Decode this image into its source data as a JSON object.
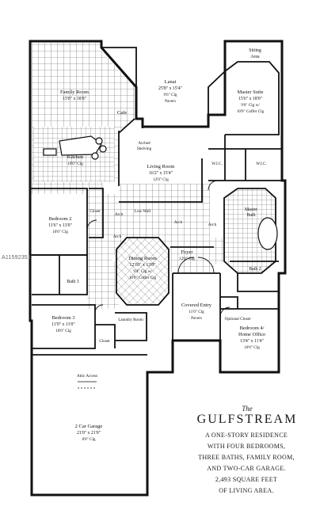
{
  "watermark": "A11592351",
  "brand": {
    "the": "The",
    "name": "GULFSTREAM",
    "description": [
      "A ONE-STORY RESIDENCE",
      "WITH FOUR BEDROOMS,",
      "THREE BATHS, FAMILY ROOM,",
      "AND TWO-CAR GARAGE.",
      "2,493 SQUARE FEET",
      "OF LIVING AREA."
    ]
  },
  "rooms": {
    "sitting": {
      "name": "Sitting",
      "sub": "Area"
    },
    "lanai": {
      "name": "Lanai",
      "dim": "25'8\" x 15'4\"",
      "extra": "9'6\" Clg",
      "note": "Pavers"
    },
    "master_suite": {
      "name": "Master Suite",
      "dim": "15'6\" x 18'0\"",
      "extra": "9'0\" Clg w/",
      "note": "10'0\" Coffer Clg"
    },
    "family": {
      "name": "Family Room",
      "dim": "15'8\" x 18'8\""
    },
    "cafe": {
      "name": "Cafe"
    },
    "kitchen": {
      "name": "Kitchen",
      "dim": "10'0\" Clg"
    },
    "living": {
      "name": "Living Room",
      "dim": "16'2\" x 15'4\"",
      "extra": "12'0\" Clg"
    },
    "shelving": {
      "name": "Arched",
      "sub": "Shelving"
    },
    "wic1": {
      "name": "W.I.C."
    },
    "wic2": {
      "name": "W.I.C."
    },
    "master_bath": {
      "name": "Master",
      "sub": "Bath"
    },
    "bed2": {
      "name": "Bedroom 2",
      "dim": "11'6\" x 13'0\"",
      "extra": "10'0\" Clg"
    },
    "closet1": {
      "name": "Closet"
    },
    "dining": {
      "name": "Dining Room",
      "dim": "12'10\" x 13'8\"",
      "extra": "9'4\" Clg w/",
      "note": "10'0\" Coffer Clg"
    },
    "foyer": {
      "name": "Foyer",
      "dim": "12'0\" Clg"
    },
    "bath3": {
      "name": "Bath 3"
    },
    "bath2": {
      "name": "Bath 2"
    },
    "arch1": {
      "name": "Arch"
    },
    "arch2": {
      "name": "Arch"
    },
    "arch3": {
      "name": "Arch"
    },
    "arch4": {
      "name": "Arch"
    },
    "low_wall": {
      "name": "Low Wall"
    },
    "bed3": {
      "name": "Bedroom 3",
      "dim": "11'0\" x 11'0\"",
      "extra": "10'0\" Clg"
    },
    "laundry": {
      "name": "Laundry Room"
    },
    "closet2": {
      "name": "Closet"
    },
    "entry": {
      "name": "Covered Entry",
      "dim": "11'0\" Clg",
      "note": "Pavers"
    },
    "optional_closet": {
      "name": "Optional Closet"
    },
    "bed4": {
      "name": "Bedroom 4/",
      "sub": "Home Office",
      "dim": "13'4\" x 11'4\"",
      "extra": "10'0\" Clg"
    },
    "attic": {
      "name": "Attic Access"
    },
    "garage": {
      "name": "2 Car Garage",
      "dim": "21'0\" x 21'0\"",
      "extra": "8'0\" Clg"
    }
  }
}
